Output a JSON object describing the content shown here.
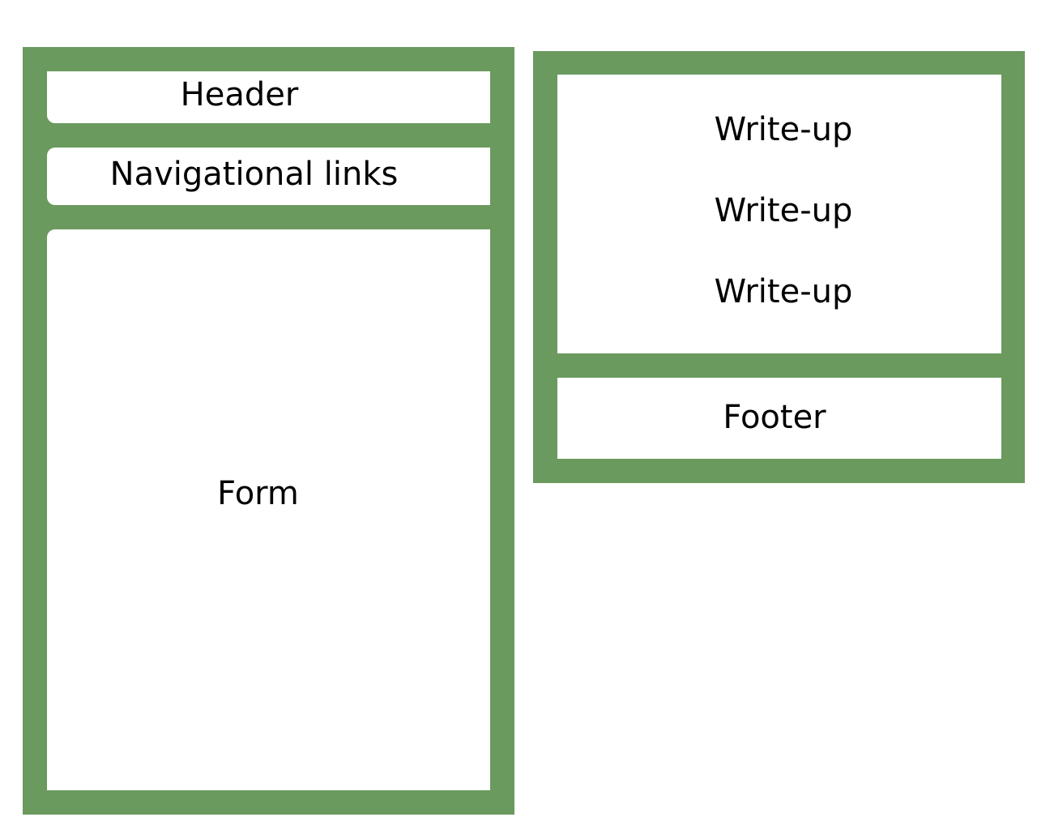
{
  "left_frame": {
    "header": "Header",
    "navigation": "Navigational links",
    "form": "Form"
  },
  "right_frame": {
    "writeups": [
      "Write-up",
      "Write-up",
      "Write-up"
    ],
    "footer": "Footer"
  },
  "colors": {
    "frame": "#6a9a5e",
    "panel": "#ffffff",
    "text": "#000000"
  }
}
